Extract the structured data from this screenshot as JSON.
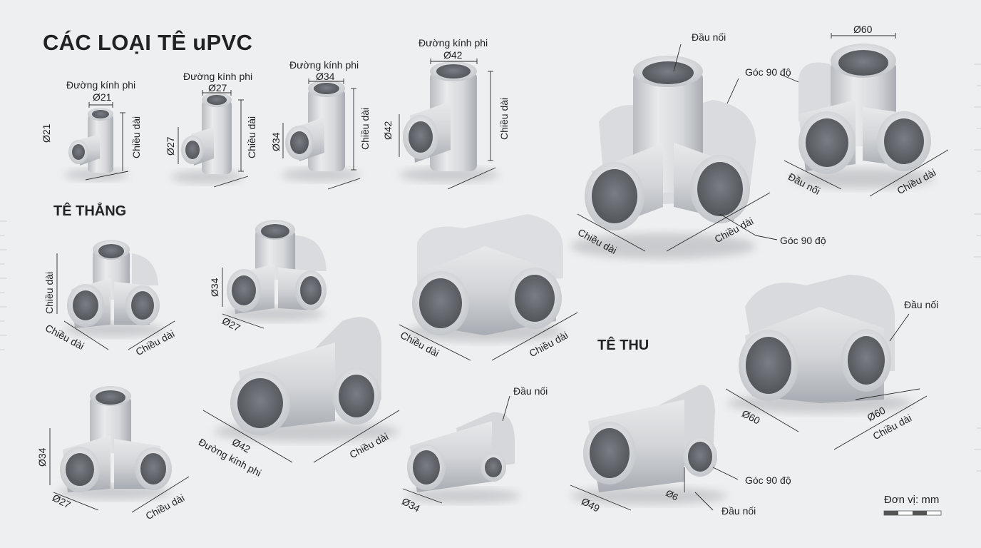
{
  "title": "CÁC LOẠI TÊ uPVC",
  "sections": {
    "straight": "TÊ THẲNG",
    "reducing": "TÊ THU"
  },
  "unit_label": "Đơn vị: mm",
  "terms": {
    "diameter": "Đường kính phi",
    "length": "Chiều dài",
    "connector": "Đầu nối",
    "angle": "Góc 90 độ"
  },
  "sizes": {
    "d21": "Ø21",
    "d27": "Ø27",
    "d34": "Ø34",
    "d42": "Ø42",
    "d49": "Ø49",
    "d60": "Ø60",
    "d6": "Ø6"
  }
}
